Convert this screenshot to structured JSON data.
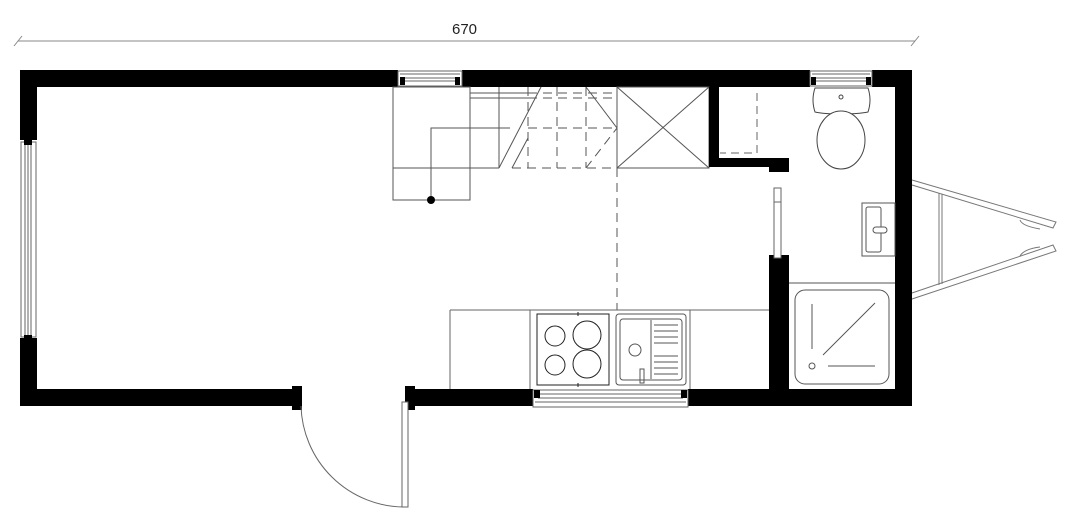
{
  "diagram": {
    "type": "floor-plan",
    "subject": "tiny house on trailer",
    "dimension": {
      "label": "670",
      "orientation": "horizontal",
      "spans": "overall length"
    },
    "colors": {
      "wall": "#000000",
      "line": "#555555",
      "dim_line": "#888888",
      "background": "#ffffff"
    },
    "elements": [
      {
        "id": "exterior-walls",
        "label": "Exterior walls"
      },
      {
        "id": "left-window",
        "label": "Window (end wall)"
      },
      {
        "id": "top-window-stairs",
        "label": "Window (above stairs)"
      },
      {
        "id": "top-window-bathroom",
        "label": "Window (bathroom)"
      },
      {
        "id": "bottom-window-kitchen",
        "label": "Window (kitchen)"
      },
      {
        "id": "entry-door",
        "label": "Entry door (swing)"
      },
      {
        "id": "staircase",
        "label": "Storage staircase to loft"
      },
      {
        "id": "loft-outline",
        "label": "Loft above (dashed)"
      },
      {
        "id": "closet",
        "label": "Closet"
      },
      {
        "id": "toilet",
        "label": "Toilet"
      },
      {
        "id": "washbasin",
        "label": "Washbasin"
      },
      {
        "id": "shower",
        "label": "Shower tray"
      },
      {
        "id": "sliding-door",
        "label": "Bathroom sliding door"
      },
      {
        "id": "kitchen-counter",
        "label": "Kitchen counter"
      },
      {
        "id": "cooktop",
        "label": "4-burner cooktop"
      },
      {
        "id": "sink",
        "label": "Sink with drainboard"
      },
      {
        "id": "trailer-hitch",
        "label": "Trailer drawbar / hitch"
      }
    ]
  }
}
